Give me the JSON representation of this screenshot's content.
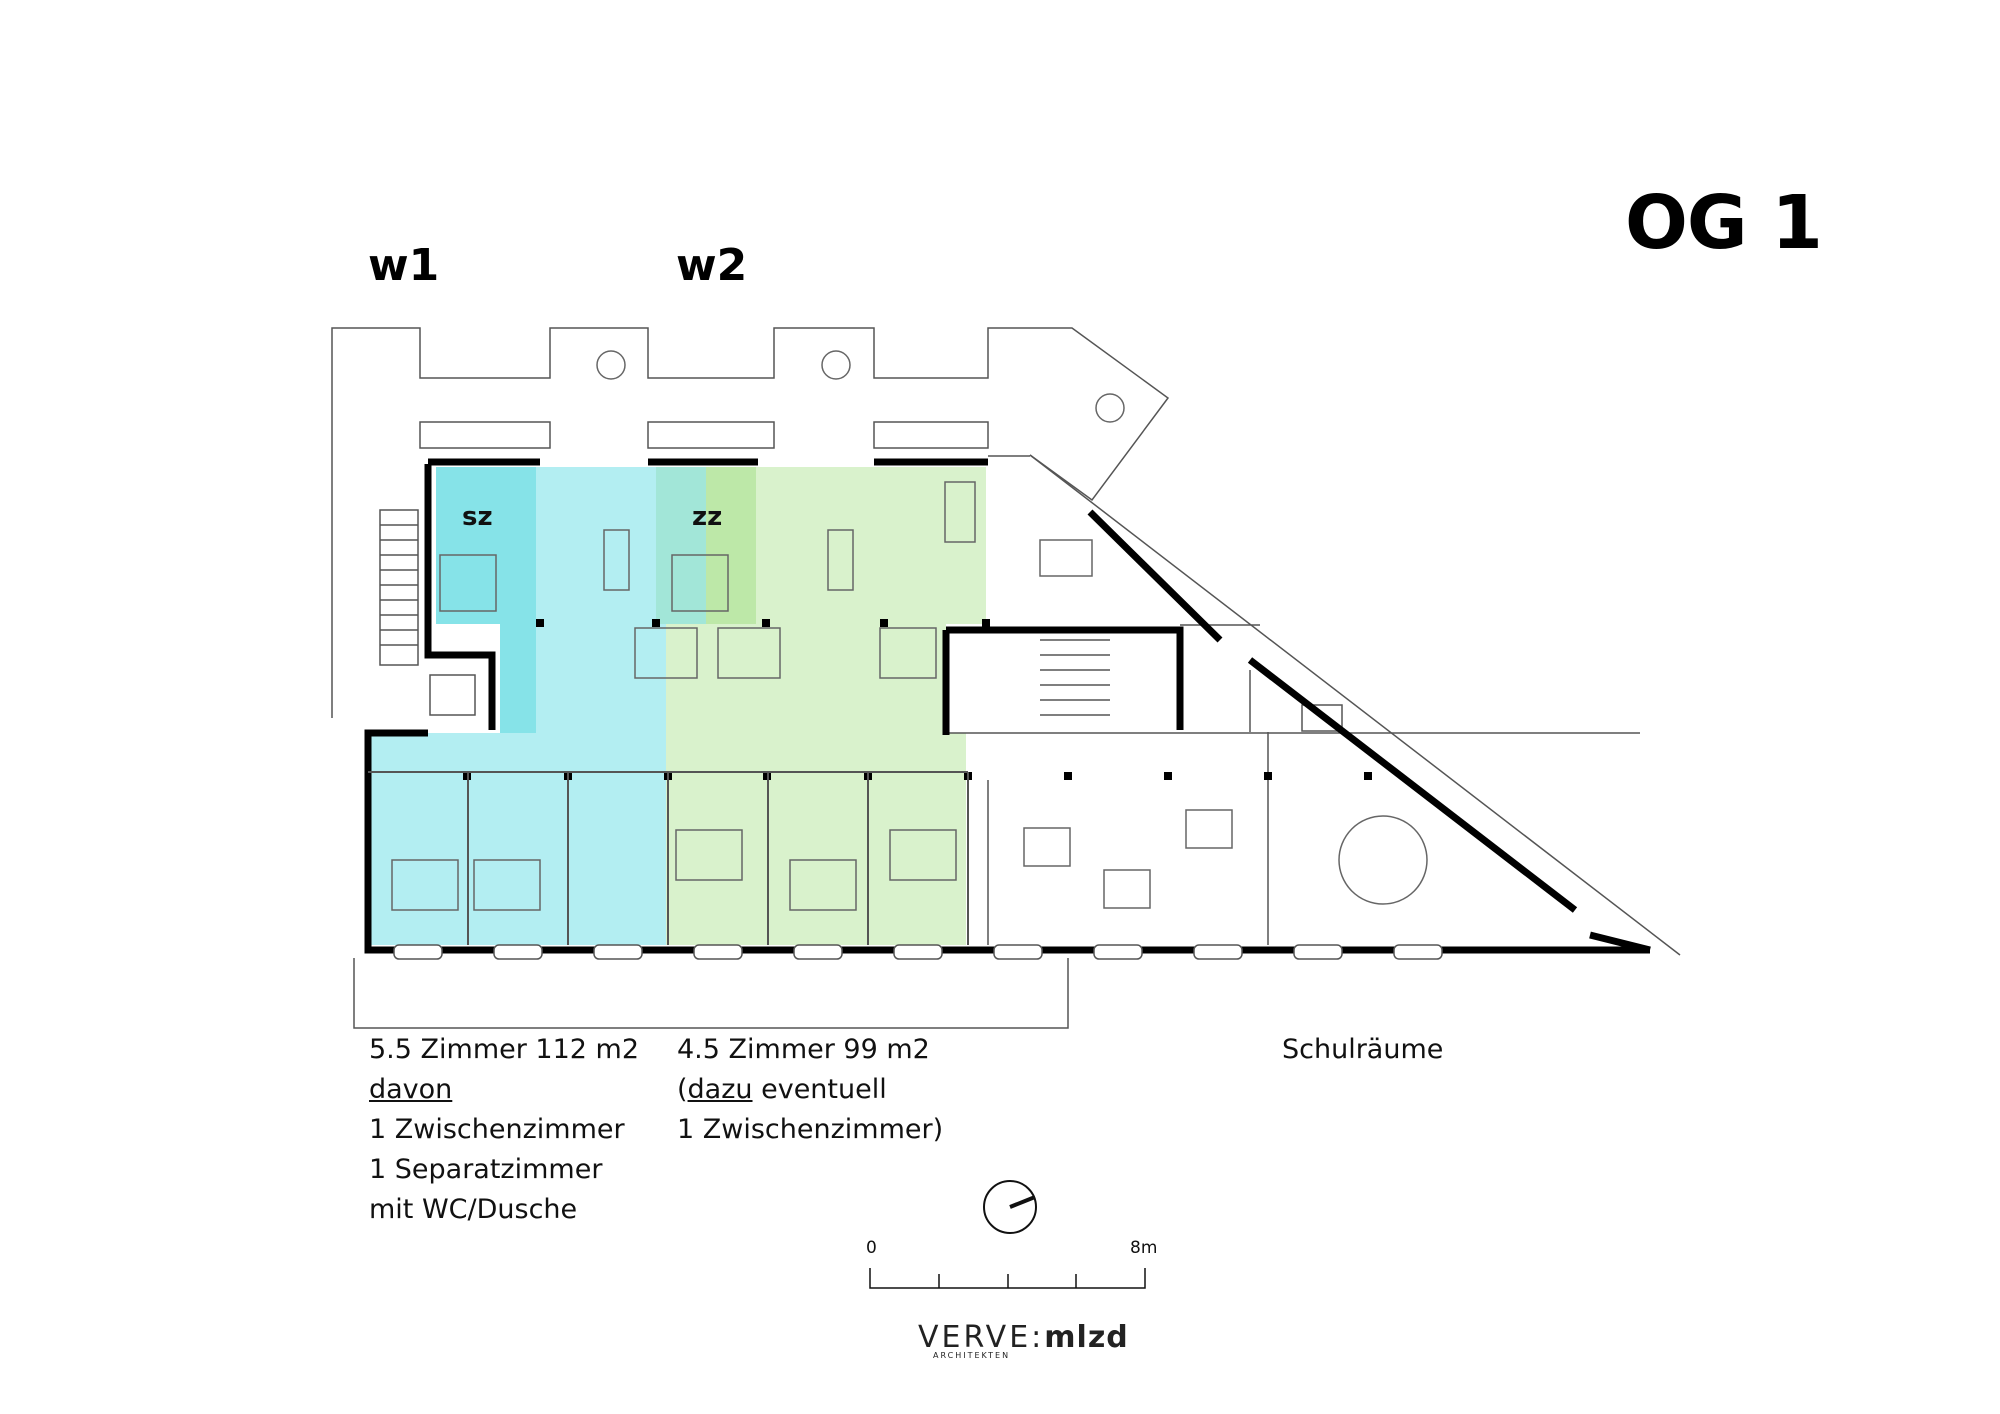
{
  "title": "OG 1",
  "units": {
    "w1": "w1",
    "w2": "w2"
  },
  "room_tags": {
    "sz": "sz",
    "zz": "zz"
  },
  "descriptions": {
    "w1": {
      "line1": "5.5 Zimmer 112 m2",
      "line2": "davon",
      "line3": "1 Zwischenzimmer",
      "line4": "1 Separatzimmer",
      "line5": "mit WC/Dusche"
    },
    "w2": {
      "line1": "4.5 Zimmer 99 m2",
      "line2_prefix": "(",
      "line2_underlined": "dazu",
      "line2_suffix": " eventuell",
      "line3": "1 Zwischenzimmer)"
    },
    "school": "Schulräume"
  },
  "scale": {
    "start": "0",
    "end": "8m"
  },
  "logo": {
    "brand": "VERVE:",
    "brand_bold": "mlzd",
    "subtitle": "ARCHITEKTEN"
  },
  "colors": {
    "unit_w1": "#b3eef2",
    "unit_w1_dark": "#86e3e8",
    "unit_w2": "#d9f2cc",
    "unit_w2_dark": "#bde8a8",
    "wall": "#000000",
    "thin_line": "#777777"
  }
}
